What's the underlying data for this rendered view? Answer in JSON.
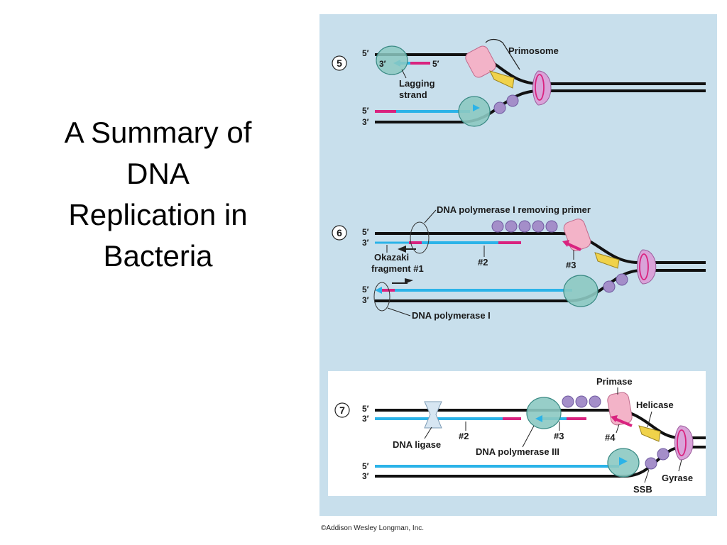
{
  "slide": {
    "title_lines": [
      "A Summary of",
      "DNA",
      "Replication in",
      "Bacteria"
    ],
    "credit": "©Addison Wesley Longman, Inc."
  },
  "colors": {
    "panel_bg": "#c8dfec",
    "panel7_bg": "#ffffff",
    "strand": "#111111",
    "new_strand": "#2bb3e8",
    "rna_primer": "#d9237f",
    "polymerase": "#8cc9c2",
    "primase": "#f3b3c8",
    "helicase": "#f0d24a",
    "gyrase": "#d9a3d9",
    "ssb": "#a48ec9"
  },
  "steps": {
    "s5": {
      "number": "5",
      "ends": {
        "top_5": "5′",
        "top_3": "3′",
        "primer_5": "5′",
        "bottom_5": "5′",
        "bottom_3": "3′"
      },
      "labels": {
        "primosome": "Primosome",
        "lagging_1": "Lagging",
        "lagging_2": "strand"
      }
    },
    "s6": {
      "number": "6",
      "ends": {
        "top_5": "5′",
        "top_3": "3′",
        "bottom_5": "5′",
        "bottom_3": "3′"
      },
      "labels": {
        "pol1_removing": "DNA polymerase I removing primer",
        "okazaki_1": "Okazaki",
        "okazaki_2": "fragment #1",
        "f2": "#2",
        "f3": "#3",
        "pol1": "DNA polymerase I"
      }
    },
    "s7": {
      "number": "7",
      "ends": {
        "top_5": "5′",
        "top_3": "3′",
        "bottom_5": "5′",
        "bottom_3": "3′"
      },
      "labels": {
        "primase": "Primase",
        "helicase": "Helicase",
        "ligase": "DNA ligase",
        "f2": "#2",
        "f3": "#3",
        "f4": "#4",
        "pol3": "DNA polymerase III",
        "ssb": "SSB",
        "gyrase": "Gyrase"
      }
    }
  }
}
